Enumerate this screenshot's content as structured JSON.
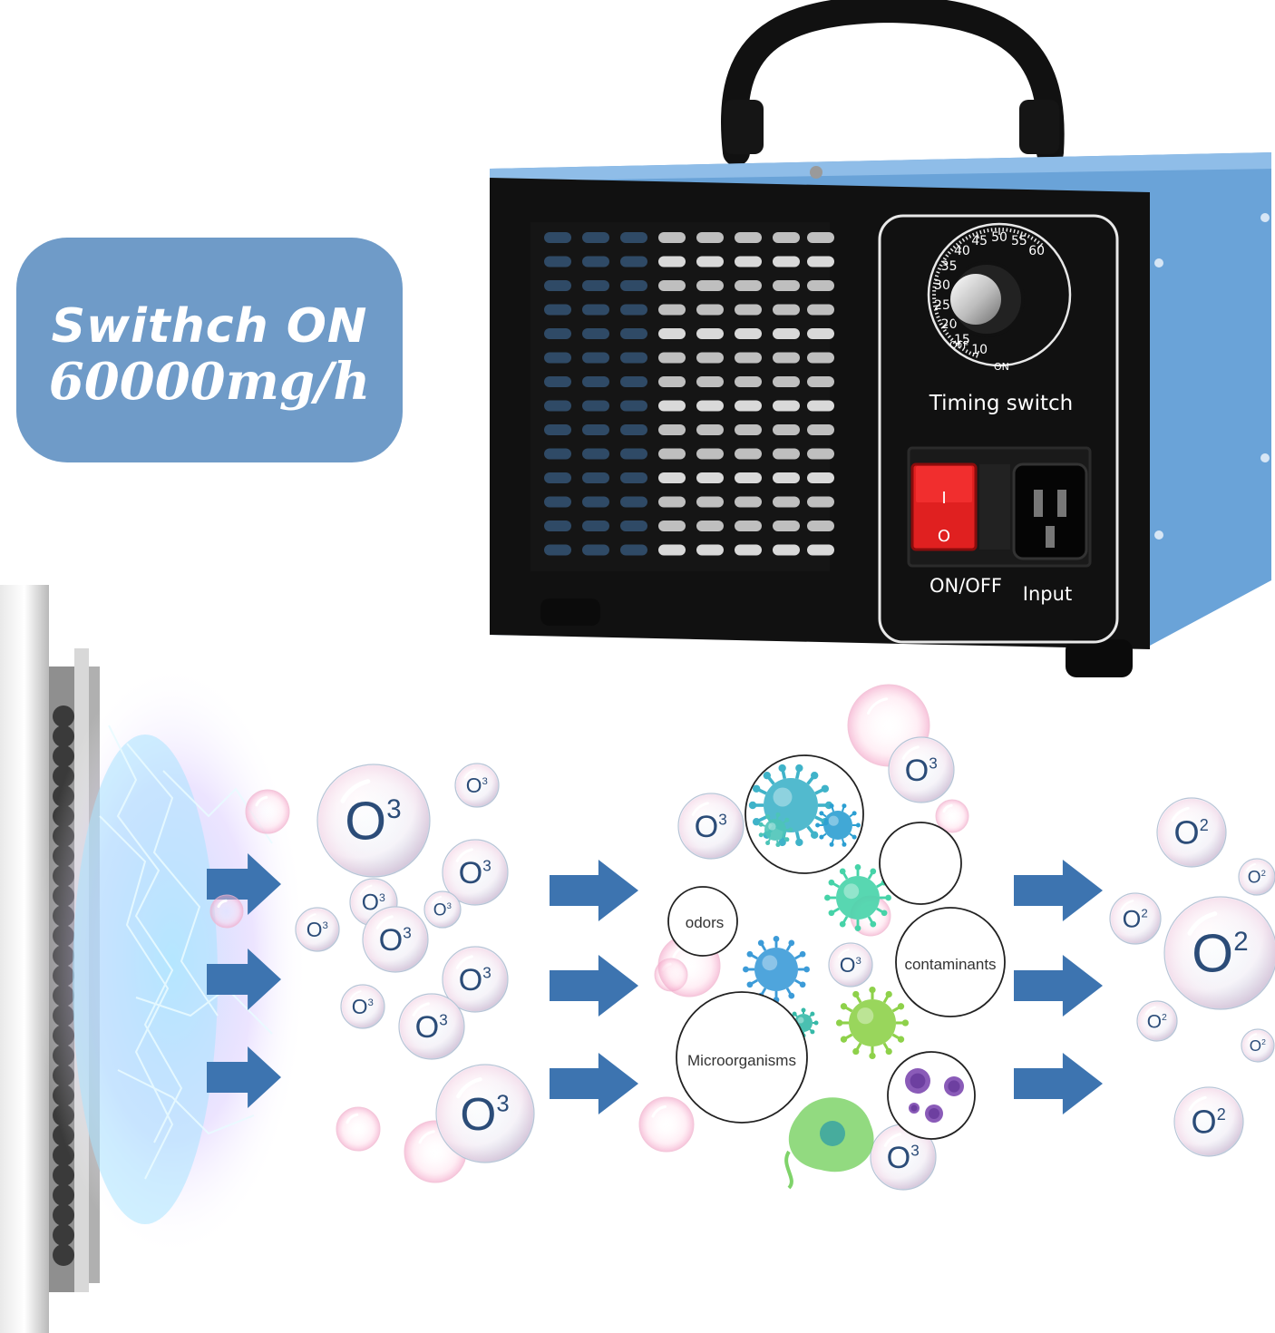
{
  "callout": {
    "line1": "Swithch ON",
    "line2": "60000mg/h"
  },
  "device": {
    "dial_numbers": [
      "10",
      "15",
      "20",
      "25",
      "30",
      "35",
      "40",
      "45",
      "50",
      "55",
      "60"
    ],
    "dial_off": "OFF",
    "dial_on": "ON",
    "timer_label": "Timing switch",
    "rocker_on": "I",
    "rocker_off": "O",
    "power_label": "ON/OFF",
    "input_label": "Input"
  },
  "process": {
    "ozone_symbol": "O",
    "ozone_sup": "3",
    "oxygen_symbol": "O",
    "oxygen_sup": "2",
    "targets": [
      "odors",
      "contaminants",
      "Microorganisms"
    ]
  },
  "colors": {
    "callout_bg": "#6f9bc8",
    "device_blue": "#6aa3d8",
    "device_black": "#111111",
    "arrow_blue": "#3d74b0",
    "switch_red": "#e02020",
    "molecule_text": "#2b4c78"
  }
}
